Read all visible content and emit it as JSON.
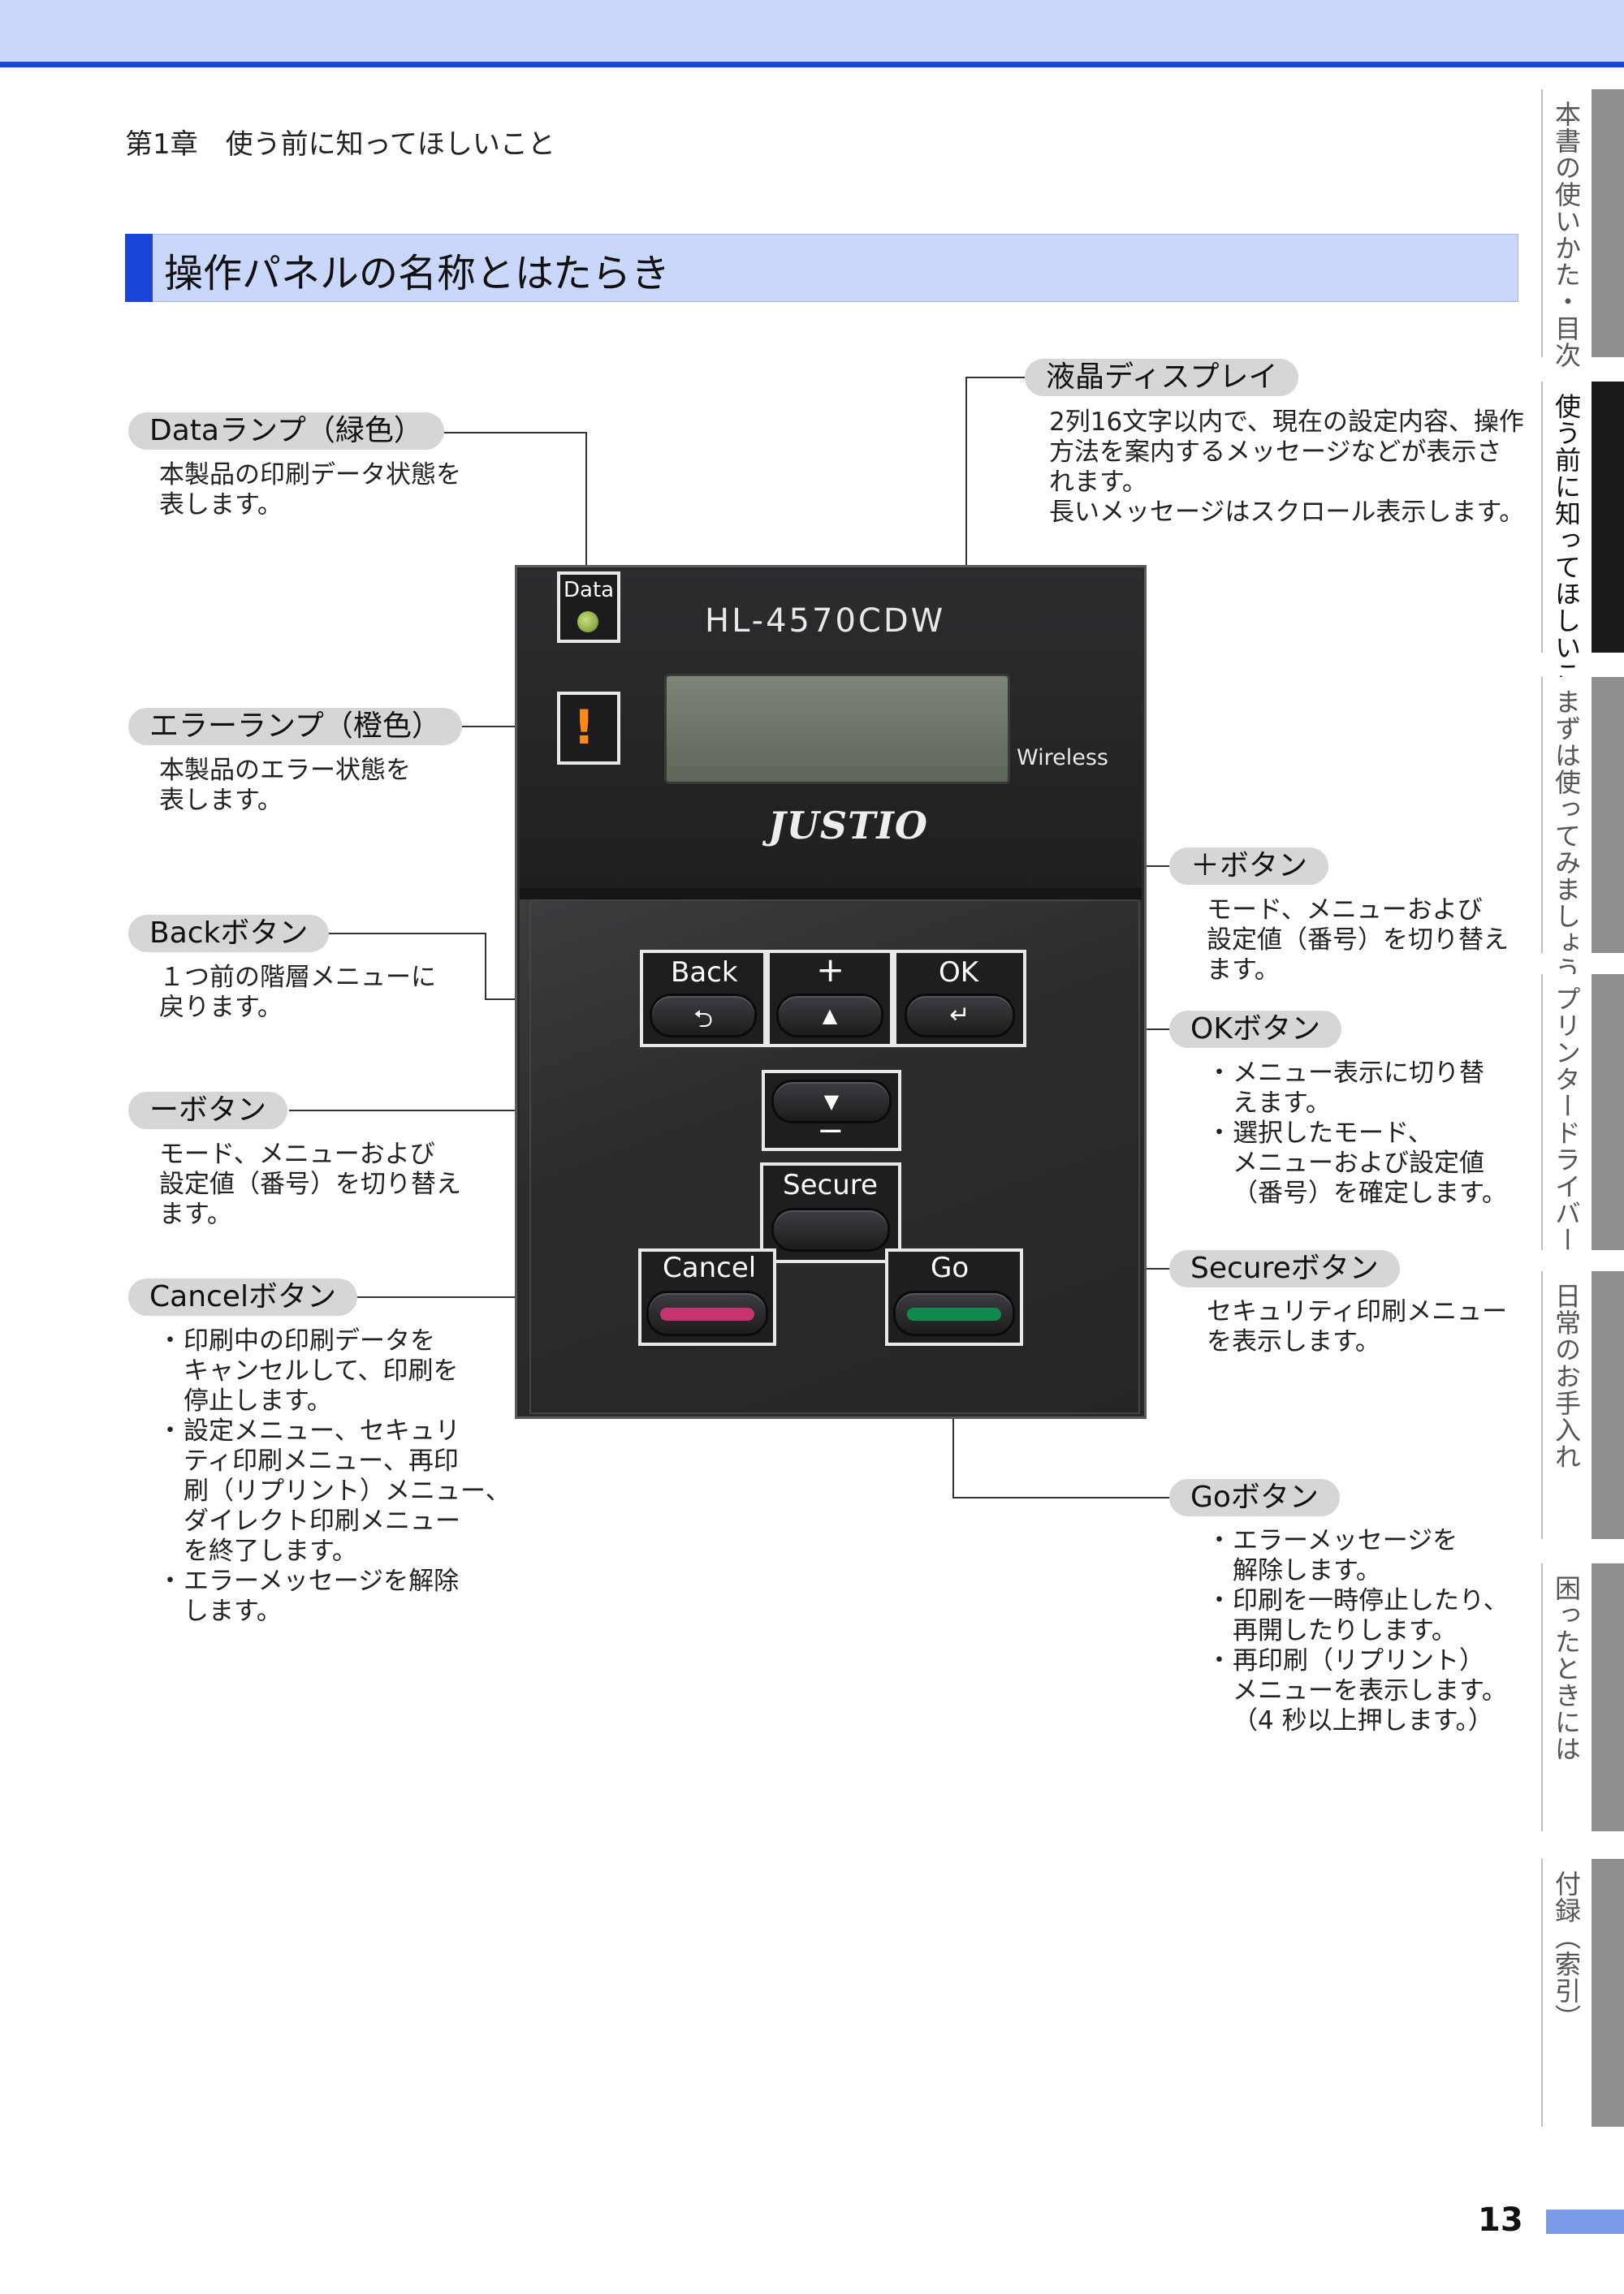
{
  "header": {
    "chapter": "第1章　使う前に知ってほしいこと"
  },
  "section": {
    "title": "操作パネルの名称とはたらき"
  },
  "panel": {
    "model": "HL-4570CDW",
    "wireless_label": "Wireless",
    "brand": "JUSTIO",
    "data_lamp_label": "Data",
    "error_lamp_glyph": "!",
    "buttons": {
      "back": "Back",
      "plus": "+",
      "ok": "OK",
      "minus": "−",
      "secure": "Secure",
      "cancel": "Cancel",
      "go": "Go"
    },
    "key_glyphs": {
      "back": "⮌",
      "up": "▲",
      "enter": "↵",
      "down": "▼"
    },
    "colors": {
      "cancel_key": "#c8326e",
      "go_key": "#0f8a4e",
      "data_lamp": "#9bbb4a",
      "error_lamp": "#ff8a1c"
    }
  },
  "callouts": {
    "data_lamp": {
      "label": "Dataランプ（緑色）",
      "lines": [
        "本製品の印刷データ状態を",
        "表します。"
      ]
    },
    "lcd": {
      "label": "液晶ディスプレイ",
      "lines": [
        "2列16文字以内で、現在の設定内容、操作",
        "方法を案内するメッセージなどが表示さ",
        "れます。",
        "長いメッセージはスクロール表示します。"
      ]
    },
    "error_lamp": {
      "label": "エラーランプ（橙色）",
      "lines": [
        "本製品のエラー状態を",
        "表します。"
      ]
    },
    "plus": {
      "label": "＋ボタン",
      "lines": [
        "モード、メニューおよび",
        "設定値（番号）を切り替え",
        "ます。"
      ]
    },
    "back": {
      "label": "Backボタン",
      "lines": [
        "１つ前の階層メニューに",
        "戻ります。"
      ]
    },
    "ok": {
      "label": "OKボタン",
      "items": [
        "メニュー表示に切り替",
        "えます。",
        "選択したモード、",
        "メニューおよび設定値",
        "（番号）を確定します。"
      ]
    },
    "minus": {
      "label": "ーボタン",
      "lines": [
        "モード、メニューおよび",
        "設定値（番号）を切り替え",
        "ます。"
      ]
    },
    "secure": {
      "label": "Secureボタン",
      "lines": [
        "セキュリティ印刷メニュー",
        "を表示します。"
      ]
    },
    "cancel": {
      "label": "Cancelボタン",
      "items": [
        "印刷中の印刷データを",
        "キャンセルして、印刷を",
        "停止します。",
        "設定メニュー、セキュリ",
        "ティ印刷メニュー、再印",
        "刷（リプリント）メニュー、",
        "ダイレクト印刷メニュー",
        "を終了します。",
        "エラーメッセージを解除",
        "します。"
      ]
    },
    "go": {
      "label": "Goボタン",
      "items": [
        "エラーメッセージを",
        "解除します。",
        "印刷を一時停止したり、",
        "再開したりします。",
        "再印刷（リプリント）",
        "メニューを表示します。",
        "（4 秒以上押します。）"
      ]
    }
  },
  "side_tabs": [
    {
      "label": "本書の使いかた・目次",
      "active": false
    },
    {
      "label": "使う前に知ってほしいこと",
      "active": true
    },
    {
      "label": "まずは使ってみましょう",
      "active": false
    },
    {
      "label": "プリンタードライバー",
      "active": false
    },
    {
      "label": "日常のお手入れ",
      "active": false
    },
    {
      "label": "困ったときには",
      "active": false
    },
    {
      "label": "付録（索引）",
      "active": false
    }
  ],
  "page_number": "13"
}
